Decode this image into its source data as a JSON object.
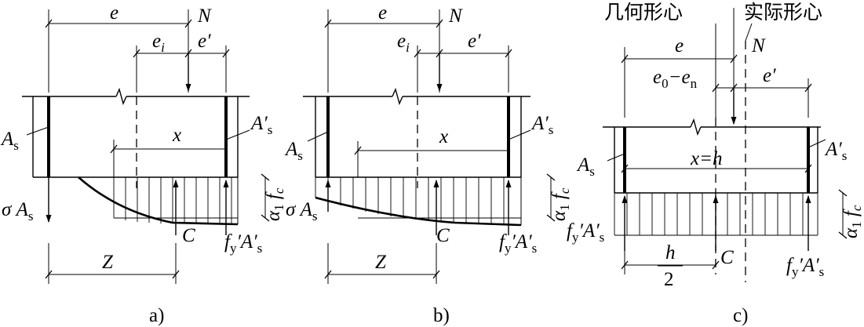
{
  "panels": [
    {
      "caption": "a)",
      "labels": {
        "e": "e",
        "N": "N",
        "ei": "e",
        "ei_sub": "i",
        "eprime": "e′",
        "x": "x",
        "As": "A",
        "As_sub": "s",
        "Asp": "A′",
        "Asp_sub": "s",
        "sigma": "σ",
        "sigmaAs": "A",
        "sigmaAs_sub": "s",
        "alpha": "α",
        "alpha_sub": "1",
        "fc": "f",
        "fc_sub": "c",
        "C": "C",
        "fy": "f",
        "fy_sub": "y",
        "fyA": "′A′",
        "fyA_sub": "s",
        "Z": "Z"
      }
    },
    {
      "caption": "b)",
      "labels": {
        "e": "e",
        "N": "N",
        "ei": "e",
        "ei_sub": "i",
        "eprime": "e′",
        "x": "x",
        "As": "A",
        "As_sub": "s",
        "Asp": "A′",
        "Asp_sub": "s",
        "sigma": "σ",
        "sigmaAs": "A",
        "sigmaAs_sub": "s",
        "alpha": "α",
        "alpha_sub": "1",
        "fc": "f",
        "fc_sub": "c",
        "C": "C",
        "fy": "f",
        "fy_sub": "y",
        "fyA": "′A′",
        "fyA_sub": "s",
        "Z": "Z"
      }
    },
    {
      "caption": "c)",
      "labels": {
        "geom_center": "几何形心",
        "actual_center": "实际形心",
        "e": "e",
        "N": "N",
        "e0": "e",
        "e0_sub": "0",
        "minus": "−",
        "en": "e",
        "en_sub": "n",
        "eprime": "e′",
        "xh": "x=h",
        "As": "A",
        "As_sub": "s",
        "Asp": "A′",
        "Asp_sub": "s",
        "fy_left": "f",
        "fy_left_sub": "y",
        "fyA_left": "′A′",
        "fyA_left_sub": "s",
        "alpha": "α",
        "alpha_sub": "1",
        "fc": "f",
        "fc_sub": "c",
        "h": "h",
        "two": "2",
        "C": "C",
        "fy": "f",
        "fy_sub": "y",
        "fyA": "′A′",
        "fyA_sub": "s"
      }
    }
  ]
}
